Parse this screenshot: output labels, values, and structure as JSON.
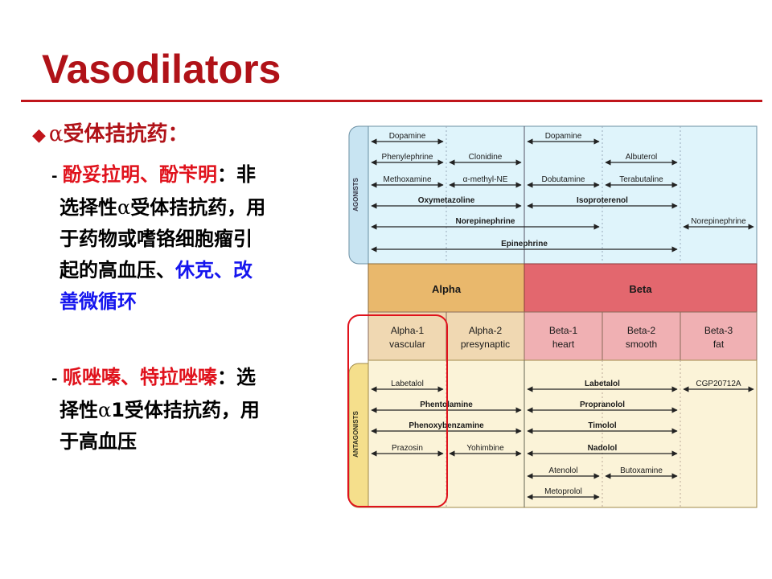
{
  "slide": {
    "title": "Vasodilators"
  },
  "bullet": {
    "glyph": "◆",
    "greek": "α",
    "text": "受体拮抗药："
  },
  "item1": {
    "dash": "-",
    "line1_red": "酚妥拉明、酚苄明",
    "line1_rest": "：非",
    "line2_a": "选择性",
    "line2_greek": "α",
    "line2_b": "受体拮抗药，用",
    "line3": "于药物或嗜铬细胞瘤引",
    "line4_black": "起的高血压、",
    "line4_blue": "休克、改",
    "line5_blue": "善微循环"
  },
  "item2": {
    "dash": "-",
    "line1_red": "哌唑嗪、特拉唑嗪",
    "line1_rest": "：选",
    "line2_a": "择性",
    "line2_greek": "α",
    "line2_b": "1受体拮抗药，用",
    "line3": "于高血压"
  },
  "figure": {
    "agonists_label": "AGONISTS",
    "antagonists_label": "ANTAGONISTS",
    "group_alpha": "Alpha",
    "group_beta": "Beta",
    "subtypes": [
      {
        "line1": "Alpha-1",
        "line2": "vascular"
      },
      {
        "line1": "Alpha-2",
        "line2": "presynaptic"
      },
      {
        "line1": "Beta-1",
        "line2": "heart"
      },
      {
        "line1": "Beta-2",
        "line2": "smooth"
      },
      {
        "line1": "Beta-3",
        "line2": "fat"
      }
    ],
    "agonist_drugs": [
      {
        "name": "Dopamine",
        "bold": false
      },
      {
        "name": "Dopamine",
        "bold": false
      },
      {
        "name": "Phenylephrine",
        "bold": false
      },
      {
        "name": "Clonidine",
        "bold": false
      },
      {
        "name": "Albuterol",
        "bold": false
      },
      {
        "name": "Methoxamine",
        "bold": false
      },
      {
        "name": "α-methyl-NE",
        "bold": false
      },
      {
        "name": "Dobutamine",
        "bold": false
      },
      {
        "name": "Terabutaline",
        "bold": false
      },
      {
        "name": "Oxymetazoline",
        "bold": true
      },
      {
        "name": "Isoproterenol",
        "bold": true
      },
      {
        "name": "Norepinephrine",
        "bold": true
      },
      {
        "name": "Norepinephrine",
        "bold": false
      },
      {
        "name": "Epinephrine",
        "bold": true
      }
    ],
    "antagonist_drugs": [
      {
        "name": "Labetalol",
        "bold": false
      },
      {
        "name": "Labetalol",
        "bold": true
      },
      {
        "name": "CGP20712A",
        "bold": false
      },
      {
        "name": "Phentolamine",
        "bold": true
      },
      {
        "name": "Propranolol",
        "bold": true
      },
      {
        "name": "Phenoxybenzamine",
        "bold": true
      },
      {
        "name": "Timolol",
        "bold": true
      },
      {
        "name": "Prazosin",
        "bold": false
      },
      {
        "name": "Yohimbine",
        "bold": false
      },
      {
        "name": "Nadolol",
        "bold": true
      },
      {
        "name": "Atenolol",
        "bold": false
      },
      {
        "name": "Butoxamine",
        "bold": false
      },
      {
        "name": "Metoprolol",
        "bold": false
      }
    ],
    "colors": {
      "agonist_bg": "#dff4fb",
      "antagonist_bg": "#fbf3d8",
      "alpha_header": "#e9b86c",
      "beta_header": "#e3676e",
      "alpha_subtype": "#f0d8b2",
      "beta_subtype": "#f0b0b3",
      "side_tab": "#c8e4f2",
      "side_tab_antagonist": "#f5df8c",
      "highlight": "#e0121c"
    }
  }
}
